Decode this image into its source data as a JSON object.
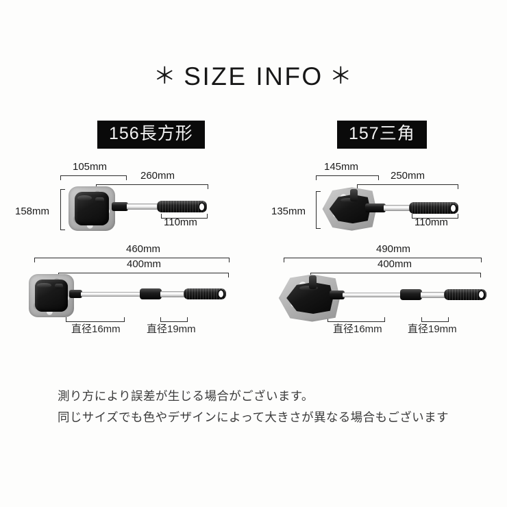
{
  "title": {
    "left_asterisk": "＊",
    "text": "SIZE INFO",
    "right_asterisk": "＊"
  },
  "products": [
    {
      "badge": "156長方形",
      "head_shape": "rectangle",
      "folded": {
        "head_width": "105mm",
        "handle_length": "260mm",
        "head_height": "158mm",
        "grip_length": "110mm"
      },
      "extended": {
        "total_length": "460mm",
        "pole_length": "400mm",
        "lower_diameter": "直径16mm",
        "upper_diameter": "直径19mm"
      }
    },
    {
      "badge": "157三角",
      "head_shape": "triangle",
      "folded": {
        "head_width": "145mm",
        "handle_length": "250mm",
        "head_height": "135mm",
        "grip_length": "110mm"
      },
      "extended": {
        "total_length": "490mm",
        "pole_length": "400mm",
        "lower_diameter": "直径16mm",
        "upper_diameter": "直径19mm"
      }
    }
  ],
  "footer": {
    "line1": "測り方により誤差が生じる場合がございます。",
    "line2": "同じサイズでも色やデザインによって大きさが異なる場合もございます"
  },
  "colors": {
    "background": "#fdfdfc",
    "badge_bg": "#0a0a0a",
    "badge_text": "#f2f2f2",
    "dimension_line": "#2a2a2a",
    "text": "#1c1c1c",
    "footer_text": "#3b3b3b"
  }
}
